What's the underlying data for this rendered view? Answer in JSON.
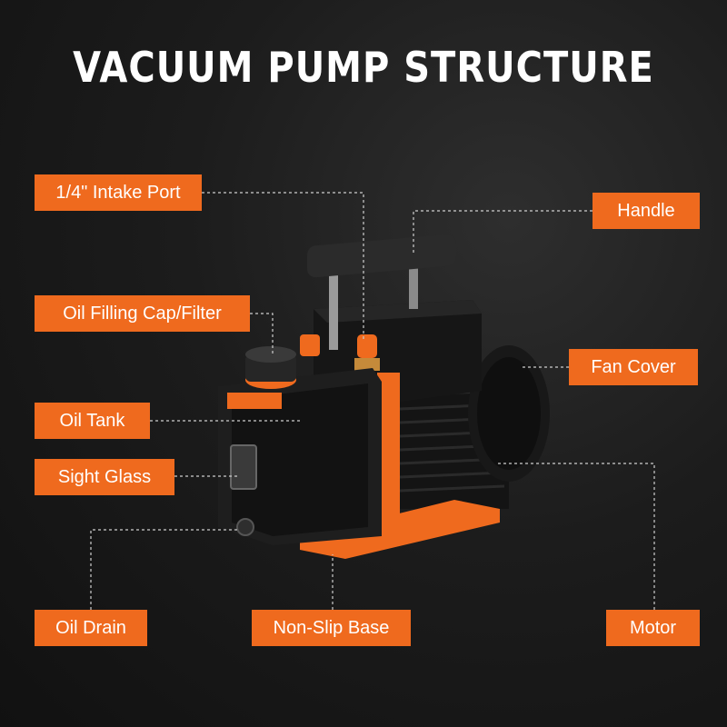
{
  "title": "VACUUM PUMP STRUCTURE",
  "labels": {
    "intake_port": "1/4\" Intake Port",
    "handle": "Handle",
    "oil_filling_cap": "Oil Filling Cap/Filter",
    "fan_cover": "Fan Cover",
    "oil_tank": "Oil Tank",
    "sight_glass": "Sight Glass",
    "oil_drain": "Oil Drain",
    "non_slip_base": "Non-Slip Base",
    "motor": "Motor"
  },
  "colors": {
    "accent": "#ef6a1e",
    "background": "#1c1c1c",
    "text": "#ffffff"
  }
}
